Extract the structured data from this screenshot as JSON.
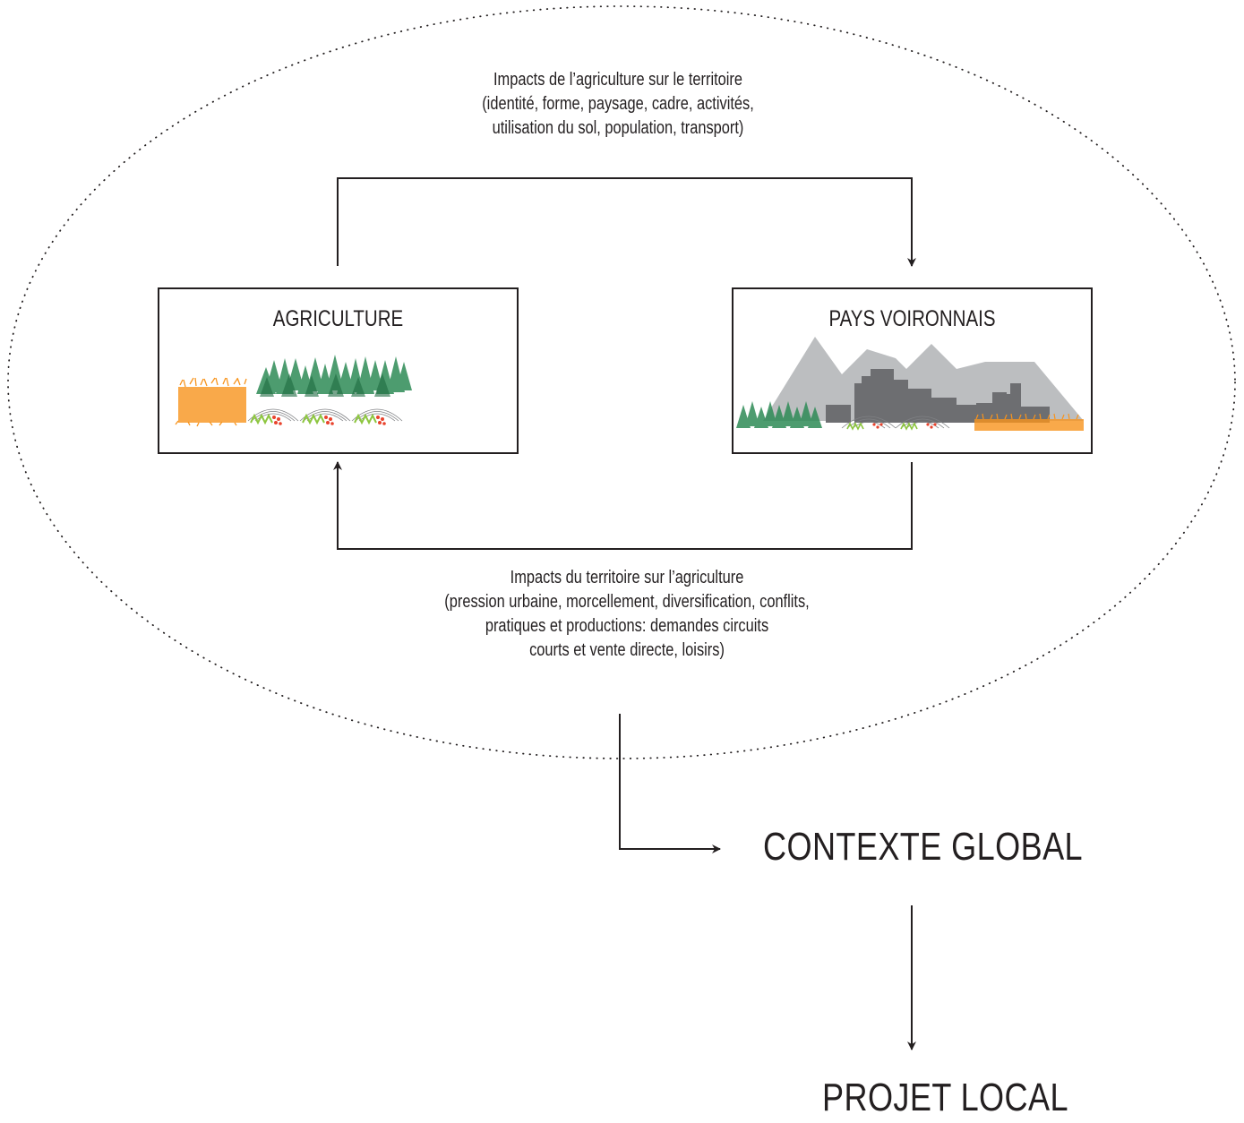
{
  "top_note": {
    "line1": "Impacts de l’agriculture sur le territoire",
    "line2": "(identité, forme, paysage, cadre, activités,",
    "line3": "utilisation du sol, population, transport)"
  },
  "bottom_note": {
    "line1": "Impacts du territoire sur l’agriculture",
    "line2": "(pression urbaine, morcellement, diversification, conflits,",
    "line3": "pratiques et productions: demandes circuits",
    "line4": "courts et vente directe, loisirs)"
  },
  "agriculture_box": {
    "title": "AGRICULTURE"
  },
  "territory_box": {
    "title": "PAYS VOIRONNAIS"
  },
  "contexte_label": "CONTEXTE GLOBAL",
  "projet_label": "PROJET LOCAL",
  "colors": {
    "line": "#231f20",
    "forest_green": "#2e8b57",
    "field_orange": "#f7941d",
    "crop_green": "#8dc63f",
    "tomato_red": "#e8432d",
    "mountain_grey": "#bcbec0",
    "city_grey": "#6d6e71"
  }
}
